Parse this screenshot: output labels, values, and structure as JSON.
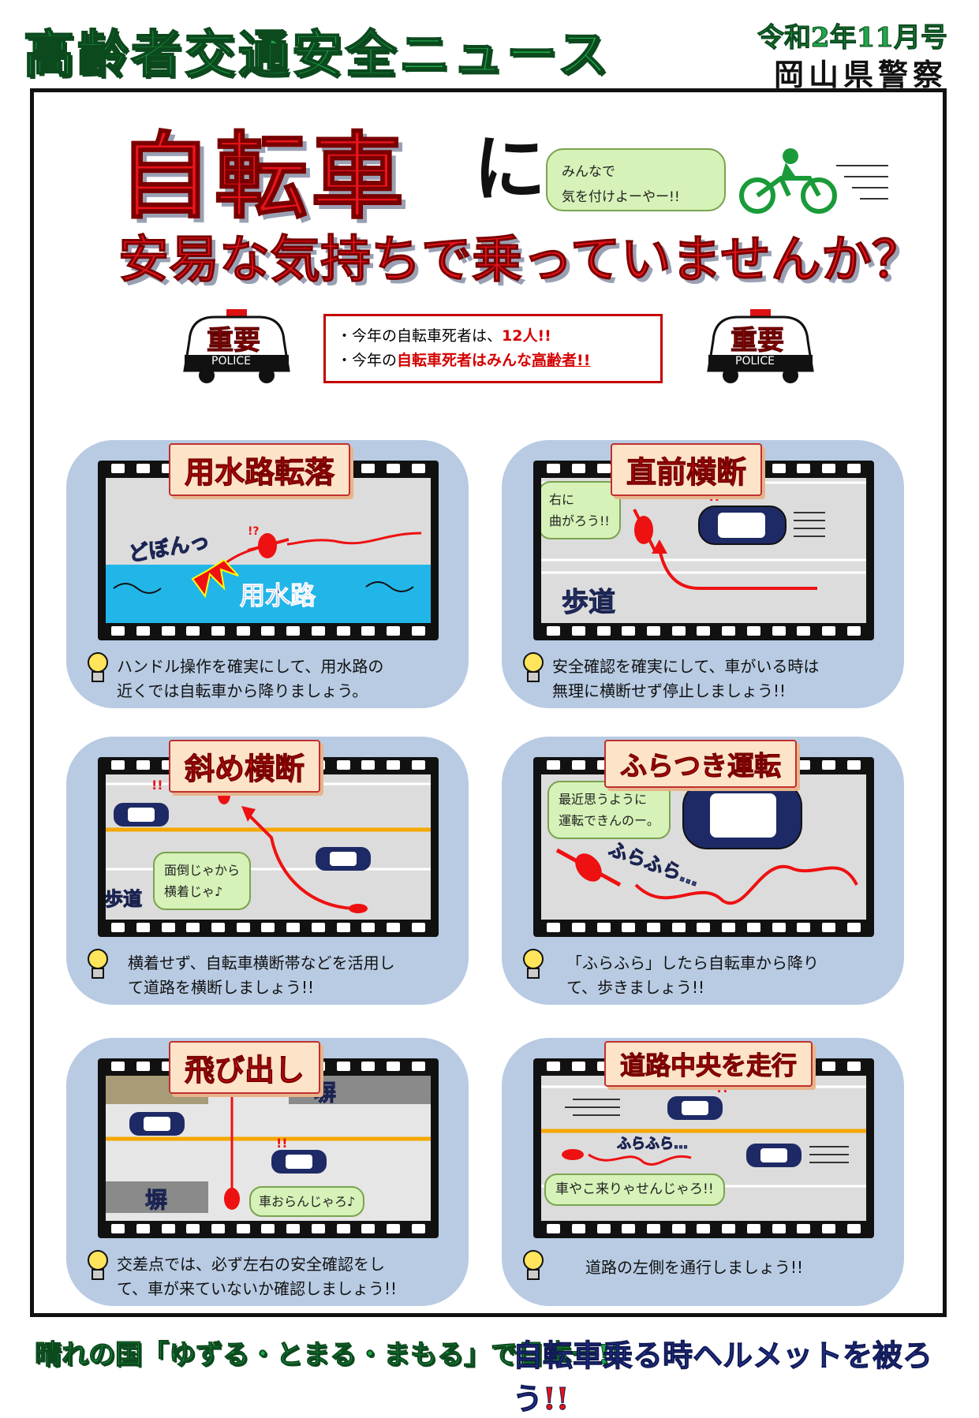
{
  "masthead": {
    "title": "高齢者交通安全ニュース",
    "issue": "令和2年11月号",
    "issuer": "岡山県警察"
  },
  "headline": {
    "line1_red": "自転車",
    "line1_black": "に",
    "line2": "安易な気持ちで乗っていませんか？"
  },
  "top_speech": {
    "line1": "みんなで",
    "line2": "気を付けよーやー!!"
  },
  "police_badge": {
    "word": "重要",
    "sub": "POLICE"
  },
  "notice": {
    "item1_prefix": "・今年の自転車死者は、",
    "item1_value": "12人!!",
    "item2_prefix": "・今年の",
    "item2_red": "自転車死者はみんな",
    "item2_underline": "高齢者!!"
  },
  "panels": [
    {
      "title": "用水路転落",
      "tip_line1": "ハンドル操作を確実にして、用水路の",
      "tip_line2": "近くでは自転車から降りましょう。",
      "sfx": "どぼんっ",
      "label": "用水路",
      "mark": "!?"
    },
    {
      "title": "直前横断",
      "tip_line1": "安全確認を確実にして、車がいる時は",
      "tip_line2": "無理に横断せず停止しましょう!!",
      "bubble_line1": "右に",
      "bubble_line2": "曲がろう!!",
      "label": "歩道",
      "mark": "!!"
    },
    {
      "title": "斜め横断",
      "tip_line1": "横着せず、自転車横断帯などを活用し",
      "tip_line2": "て道路を横断しましょう!!",
      "bubble_line1": "面倒じゃから",
      "bubble_line2": "横着じゃ♪",
      "label": "歩道",
      "mark": "!!"
    },
    {
      "title": "ふらつき運転",
      "tip_line1": "「ふらふら」したら自転車から降り",
      "tip_line2": "て、歩きましょう!!",
      "bubble_line1": "最近思うように",
      "bubble_line2": "運転できんのー。",
      "sfx": "ふらふら…",
      "mark": "!!"
    },
    {
      "title": "飛び出し",
      "tip_line1": "交差点では、必ず左右の安全確認をし",
      "tip_line2": "て、車が来ていないか確認しましょう!!",
      "bubble_line1": "車おらんじゃろ♪",
      "label": "塀",
      "mark": "!!"
    },
    {
      "title": "道路中央を走行",
      "tip_line1": "道路の左側を通行しましょう!!",
      "tip_line2": "",
      "bubble_line1": "車やこ来りゃせんじゃろ!!",
      "sfx": "ふらふら…",
      "mark": "!?"
    }
  ],
  "footer": {
    "left": "晴れの国「ゆずる・とまる・まもる」で日本一!!",
    "right": "自転車乗る時ヘルメットを被ろう",
    "right_exc": "!!"
  },
  "colors": {
    "accent_red": "#e8141c",
    "green": "#1fa84a",
    "panel_blue": "#b8cbe3",
    "bubble_green": "#d6f2b8"
  }
}
